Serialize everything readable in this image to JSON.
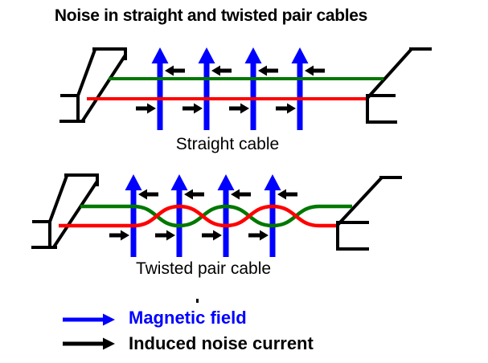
{
  "title": "Noise in straight and twisted pair cables",
  "colors": {
    "wire_green": "#007800",
    "wire_red": "#ff0000",
    "field_blue": "#0000ff",
    "ink": "#000000"
  },
  "straight_section": {
    "label": "Straight cable",
    "top_wire_color": "#007800",
    "bottom_wire_color": "#ff0000",
    "magnetic_field_arrow_count": 4,
    "noise_arrow_count": 8
  },
  "twisted_section": {
    "label": "Twisted pair cable",
    "wire_colors": [
      "#007800",
      "#ff0000"
    ],
    "magnetic_field_arrow_count": 4,
    "noise_arrow_count": 8
  },
  "legend": {
    "items": [
      {
        "icon": "blue-right-arrow-icon",
        "label": "Magnetic field",
        "color": "#0000ff"
      },
      {
        "icon": "black-right-arrow-icon",
        "label": "Induced noise current",
        "color": "#000000"
      }
    ]
  }
}
